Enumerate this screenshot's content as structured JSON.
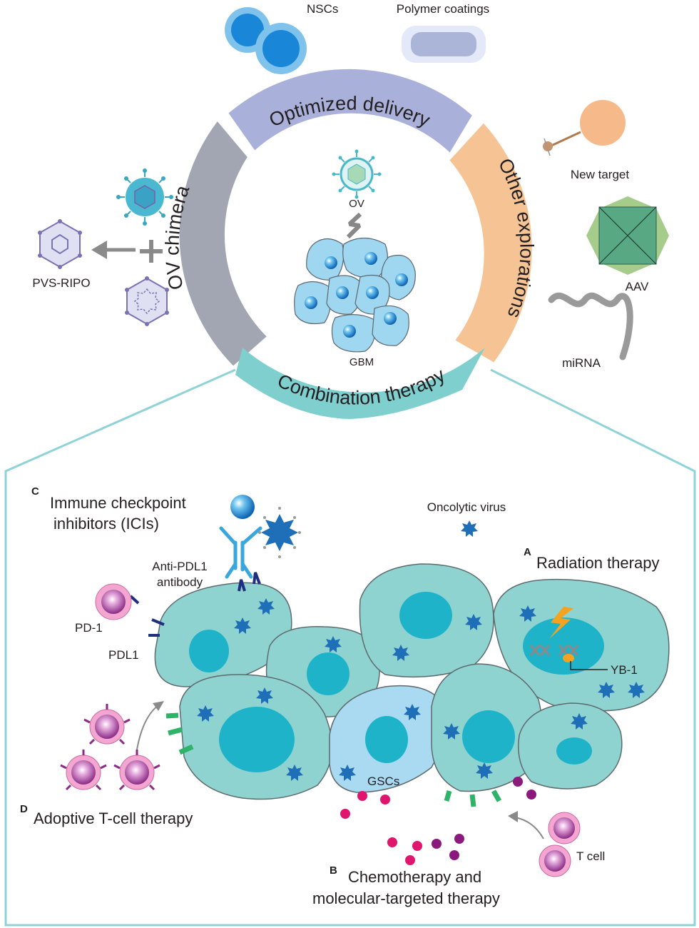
{
  "ring": {
    "top": "Optimized delivery",
    "left": "OV chimera",
    "right": "Other explorations",
    "bottom": "Combination therapy"
  },
  "center": {
    "ov": "OV",
    "gbm": "GBM"
  },
  "top_items": {
    "nscs": "NSCs",
    "polymer": "Polymer coatings"
  },
  "left_items": {
    "pvs": "PVS-RIPO"
  },
  "right_items": {
    "new_target": "New target",
    "aav": "AAV",
    "mirna": "miRNA"
  },
  "panel": {
    "c_letter": "C",
    "c_title_1": "Immune checkpoint",
    "c_title_2": "inhibitors  (ICIs)",
    "anti_pdl1_1": "Anti-PDL1",
    "anti_pdl1_2": "antibody",
    "oncolytic_virus": "Oncolytic virus",
    "a_letter": "A",
    "a_title": "Radiation therapy",
    "pd1": "PD-1",
    "pdl1": "PDL1",
    "yb1": "YB-1",
    "gscs": "GSCs",
    "d_letter": "D",
    "d_title": "Adoptive T-cell therapy",
    "t_cell": "T cell",
    "b_letter": "B",
    "b_title_1": "Chemotherapy and",
    "b_title_2": "molecular-targeted therapy"
  },
  "colors": {
    "ring_top": "#a9b0da",
    "ring_left": "#a2a6b3",
    "ring_right": "#f6c494",
    "ring_bottom": "#7fcfcf",
    "cell": "#8fd3d1",
    "nucleus": "#1fb3c9",
    "gsc": "#a9daf2",
    "virus": "#1f6fb8",
    "panel_border": "#8fd3d8",
    "magenta": "#e0156e",
    "purple": "#8b1a7c"
  }
}
